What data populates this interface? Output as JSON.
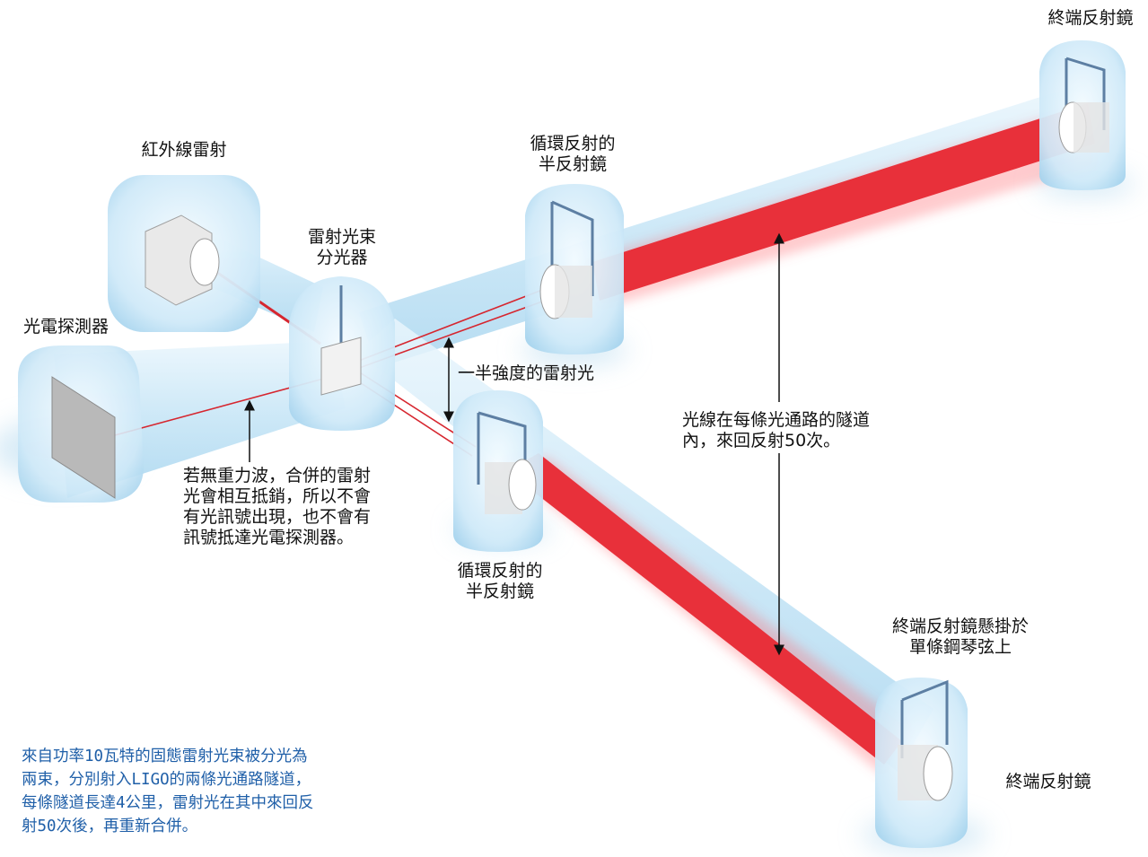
{
  "colors": {
    "laser": "#e8303a",
    "tube": "#bfe3f6",
    "caption": "#1f5fa8",
    "text": "#111111"
  },
  "labels": {
    "infrared_laser": "紅外線雷射",
    "photodetector": "光電探測器",
    "beam_splitter": "雷射光束\n分光器",
    "recycling_mirror_top": "循環反射的\n半反射鏡",
    "recycling_mirror_bottom": "循環反射的\n半反射鏡",
    "end_mirror_top": "終端反射鏡",
    "end_mirror_bottom": "終端反射鏡",
    "half_intensity": "一半強度的雷射光",
    "no_gravity_wave": "若無重力波，合併的雷射\n光會相互抵銷，所以不會\n有光訊號出現，也不會有\n訊號抵達光電探測器。",
    "light_bounces": "光線在每條光通路的隧道\n內，來回反射50次。",
    "suspended_mirror": "終端反射鏡懸掛於\n單條鋼琴弦上"
  },
  "caption": "來自功率10瓦特的固態雷射光束被分光為\n兩束，分別射入LIGO的兩條光通路隧道，\n每條隧道長達4公里，雷射光在其中來回反\n射50次後，再重新合併。"
}
